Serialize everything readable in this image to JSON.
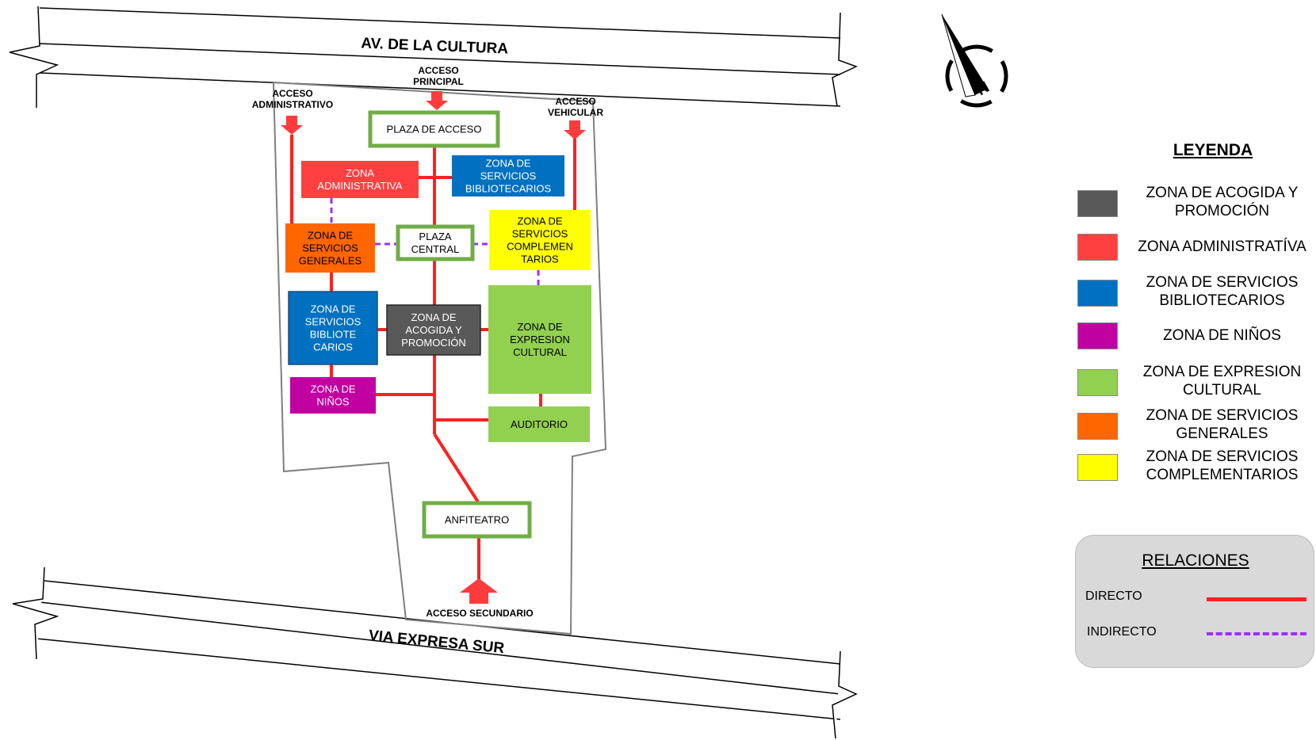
{
  "streets": {
    "north": "AV. DE LA CULTURA",
    "south": "VIA EXPRESA SUR"
  },
  "accesses": {
    "principal": [
      "ACCESO",
      "PRINCIPAL"
    ],
    "administrativo": [
      "ACCESO",
      "ADMINISTRATIVO"
    ],
    "vehicular": [
      "ACCESO",
      "VEHICULAR"
    ],
    "secundario": [
      "ACCESO SECUNDARIO"
    ]
  },
  "zones": {
    "plaza_acceso": [
      "PLAZA DE ACCESO"
    ],
    "administrativa": [
      "ZONA",
      "ADMINISTRATIVA"
    ],
    "servicios_bibliotecarios_top": [
      "ZONA DE",
      "SERVICIOS",
      "BIBLIOTECARIOS"
    ],
    "servicios_generales": [
      "ZONA DE",
      "SERVICIOS",
      "GENERALES"
    ],
    "plaza_central": [
      "PLAZA",
      "CENTRAL"
    ],
    "servicios_complementarios": [
      "ZONA DE",
      "SERVICIOS",
      "COMPLEMEN",
      "TARIOS"
    ],
    "servicios_bibliotecarios_left": [
      "ZONA DE",
      "SERVICIOS",
      "BIBLIOTE",
      "CARIOS"
    ],
    "acogida_promocion": [
      "ZONA DE",
      "ACOGIDA Y",
      "PROMOCIÓN"
    ],
    "expresion_cultural": [
      "ZONA DE",
      "EXPRESION",
      "CULTURAL"
    ],
    "ninos": [
      "ZONA DE",
      "NIÑOS"
    ],
    "auditorio": [
      "AUDITORIO"
    ],
    "anfiteatro": [
      "ANFITEATRO"
    ]
  },
  "compass": {
    "label": "N"
  },
  "legend": {
    "title": "LEYENDA",
    "items": [
      {
        "color": "#595959",
        "label": [
          "ZONA DE ACOGIDA Y",
          "PROMOCIÓN"
        ]
      },
      {
        "color": "#ff4040",
        "label": [
          "ZONA ADMINISTRATÍVA"
        ]
      },
      {
        "color": "#0070c0",
        "label": [
          "ZONA DE SERVICIOS",
          "BIBLIOTECARIOS"
        ]
      },
      {
        "color": "#c000a0",
        "label": [
          "ZONA DE NIÑOS"
        ]
      },
      {
        "color": "#92d050",
        "label": [
          "ZONA DE EXPRESION",
          "CULTURAL"
        ]
      },
      {
        "color": "#ff6600",
        "label": [
          "ZONA DE SERVICIOS",
          "GENERALES"
        ]
      },
      {
        "color": "#ffff00",
        "label": [
          "ZONA DE SERVICIOS",
          "COMPLEMENTARIOS"
        ]
      }
    ]
  },
  "relations": {
    "title": "RELACIONES",
    "direct": {
      "label": "DIRECTO",
      "color": "#ff2020"
    },
    "indirect": {
      "label": "INDIRECTO",
      "color": "#9b30ff"
    }
  },
  "colors": {
    "direct": "#ff2020",
    "indirect": "#9b30ff",
    "plaza_border": "#70ad47",
    "red": "#ff4040",
    "blue": "#0070c0",
    "orange": "#ff6600",
    "yellow": "#ffff00",
    "gray": "#595959",
    "green": "#92d050",
    "magenta": "#c000a0"
  }
}
